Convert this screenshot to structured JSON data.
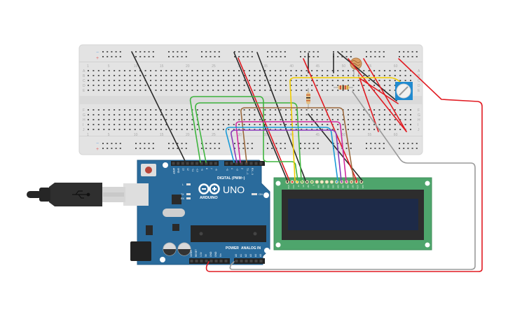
{
  "circuit": {
    "breadboard": {
      "row_letters_top": [
        "A",
        "B",
        "C",
        "D",
        "E"
      ],
      "row_letters_bottom": [
        "F",
        "G",
        "H",
        "I",
        "J"
      ],
      "column_numbers": [
        "1",
        "5",
        "10",
        "15",
        "20",
        "25",
        "30",
        "35",
        "40",
        "45",
        "50",
        "55",
        "60"
      ],
      "rail_minus": "−",
      "rail_plus": "+"
    },
    "arduino": {
      "model_label": "UNO",
      "brand_label": "ARDUINO",
      "digital_header_label": "DIGITAL (PWM~)",
      "power_header_label": "POWER",
      "analog_header_label": "ANALOG IN",
      "on_label": "ON",
      "led_labels": [
        "L",
        "TX",
        "RX"
      ],
      "digital_pins": [
        "AREF",
        "GND",
        "13",
        "12",
        "~11",
        "~10",
        "~9",
        "8",
        "7",
        "~6",
        "~5",
        "4",
        "~3",
        "2",
        "TX→1",
        "RX←0"
      ],
      "power_pins": [
        "IOREF",
        "RESET",
        "3.3V",
        "5V",
        "GND",
        "GND",
        "Vin"
      ],
      "analog_pins": [
        "A0",
        "A1",
        "A2",
        "A3",
        "A4",
        "A5"
      ]
    },
    "lcd": {
      "pin_labels": [
        "GND",
        "VCC",
        "V0",
        "RS",
        "RW",
        "E",
        "DB0",
        "DB1",
        "DB2",
        "DB3",
        "DB4",
        "DB5",
        "DB6",
        "DB7",
        "LED+",
        "LED-"
      ]
    },
    "colors": {
      "board_blue": "#2a6b9c",
      "breadboard": "#e6e6e6",
      "lcd_pcb": "#4ea56c",
      "lcd_screen": "#1d2a48",
      "wire_red": "#e11b22",
      "wire_black": "#2b2b2b",
      "wire_green": "#3fb53f",
      "wire_yellow": "#f2cd00",
      "wire_brown": "#9b6a3f",
      "wire_blue": "#1a9bd7",
      "wire_purple": "#8a3ab9",
      "wire_magenta": "#d02b9e",
      "wire_gray": "#9a9a9a"
    }
  }
}
